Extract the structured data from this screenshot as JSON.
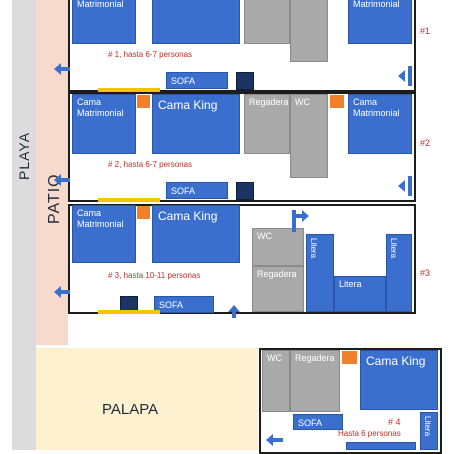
{
  "areas": {
    "playa": "PLAYA",
    "patio": "PATIO",
    "palapa": "PALAPA"
  },
  "units": [
    {
      "number": "#1",
      "capacity": "# 1, hasta 6-7 personas",
      "bed_matrimonial": "Matrimonial",
      "bed_king": "",
      "bed_right": "Matrimonial",
      "sofa": "SOFA"
    },
    {
      "number": "#2",
      "capacity": "# 2, hasta 6-7 personas",
      "bed_matrimonial": "Cama Matrimonial",
      "bed_king": "Cama King",
      "bathroom": "Regadera",
      "wc": "WC",
      "bed_right": "Cama Matrimonial",
      "sofa": "SOFA"
    },
    {
      "number": "#3",
      "capacity": "# 3, hasta 10-11 personas",
      "bed_matrimonial": "Cama Matrimonial",
      "bed_king": "Cama King",
      "wc": "WC",
      "bathroom": "Regadera",
      "bunk_a": "Litera",
      "bunk_b": "Litera",
      "bunk_c": "Litera",
      "sofa": "SOFA"
    },
    {
      "number": "# 4",
      "capacity": "Hasta 6 personas",
      "wc": "WC",
      "bathroom": "Regadera",
      "bed_king": "Cama King",
      "sofa": "SOFA",
      "bunk": "Litera"
    }
  ],
  "colors": {
    "bed": "#3a6fce",
    "bath": "#a9a9a9",
    "accent": "#f0812a",
    "door": "#f5c400",
    "dark": "#1a3463",
    "label_red": "#c0302a"
  }
}
